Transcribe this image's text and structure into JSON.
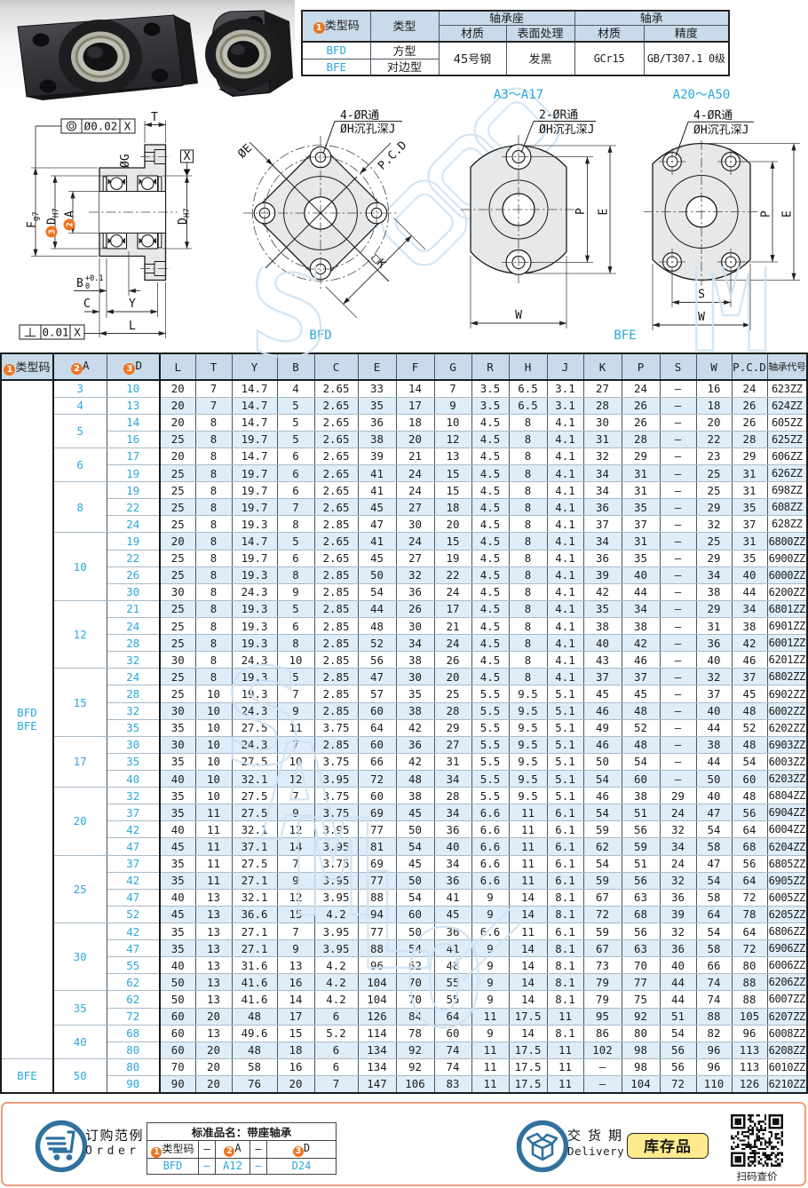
{
  "info_table": {
    "col_code": "类型码",
    "col_type": "类型",
    "group_housing": "轴承座",
    "group_bearing": "轴承",
    "sub_material1": "材质",
    "sub_surface": "表面处理",
    "sub_material2": "材质",
    "sub_precision": "精度",
    "rows": [
      {
        "code": "BFD",
        "type": "方型"
      },
      {
        "code": "BFE",
        "type": "对边型"
      }
    ],
    "housing_material": "45号钢",
    "surface_treatment": "发黑",
    "bearing_material": "GCr15",
    "precision": "GB/T307.1 0级"
  },
  "drawings": {
    "section": {
      "tol_circ_value": "Ø0.02",
      "tol_circ_datum": "X",
      "tol_perp_value": "0.01",
      "tol_perp_datum": "X",
      "dim_t": "T",
      "datum_x": "X",
      "dim_og": "ØG",
      "dim_f": "F",
      "dim_f_sub": "g7",
      "dim_d3": "D",
      "dim_d3_sub": "H7",
      "dim_a2": "A",
      "dim_dh7": "D",
      "dim_dh7_sub": "H7",
      "dim_b": "B",
      "dim_b_tol_hi": "+0.1",
      "dim_b_tol_lo": "0",
      "dim_c": "C",
      "dim_y": "Y",
      "dim_l": "L"
    },
    "bfd": {
      "caption": "BFD",
      "holes_label": "4-ØR通",
      "cbore_label": "ØH沉孔深J",
      "dim_e": "ØE",
      "dim_pcd": "P.C.D",
      "dim_k": "□K"
    },
    "bfe1": {
      "range": "A3～A17",
      "holes_label": "2-ØR通",
      "cbore_label": "ØH沉孔深J",
      "dim_p": "P",
      "dim_e": "E",
      "dim_w": "W"
    },
    "bfe2": {
      "range": "A20～A50",
      "holes_label": "4-ØR通",
      "cbore_label": "ØH沉孔深J",
      "dim_p": "P",
      "dim_e": "E",
      "dim_s": "S",
      "dim_w": "W"
    },
    "bfe_caption": "BFE"
  },
  "main_table": {
    "headers": [
      "类型码",
      "A",
      "D",
      "L",
      "T",
      "Y",
      "B",
      "C",
      "E",
      "F",
      "G",
      "R",
      "H",
      "J",
      "K",
      "P",
      "S",
      "W",
      "P.C.D",
      "轴承代号"
    ],
    "circled": [
      "1",
      "2",
      "3"
    ],
    "type_groups": [
      {
        "lines": [
          "BFD",
          "BFE"
        ],
        "row_count": 40
      },
      {
        "lines": [
          "BFE"
        ],
        "row_count": 2
      }
    ],
    "groups": [
      {
        "a": "3",
        "rows": [
          [
            "10",
            "20",
            "7",
            "14.7",
            "4",
            "2.65",
            "33",
            "14",
            "7",
            "3.5",
            "6.5",
            "3.1",
            "27",
            "24",
            "–",
            "16",
            "24",
            "623ZZ"
          ]
        ]
      },
      {
        "a": "4",
        "rows": [
          [
            "13",
            "20",
            "7",
            "14.7",
            "5",
            "2.65",
            "35",
            "17",
            "9",
            "3.5",
            "6.5",
            "3.1",
            "28",
            "26",
            "–",
            "18",
            "26",
            "624ZZ"
          ]
        ]
      },
      {
        "a": "5",
        "rows": [
          [
            "14",
            "20",
            "8",
            "14.7",
            "5",
            "2.65",
            "36",
            "18",
            "10",
            "4.5",
            "8",
            "4.1",
            "30",
            "26",
            "–",
            "20",
            "26",
            "605ZZ"
          ],
          [
            "16",
            "25",
            "8",
            "19.7",
            "5",
            "2.65",
            "38",
            "20",
            "12",
            "4.5",
            "8",
            "4.1",
            "31",
            "28",
            "–",
            "22",
            "28",
            "625ZZ"
          ]
        ]
      },
      {
        "a": "6",
        "rows": [
          [
            "17",
            "20",
            "8",
            "14.7",
            "6",
            "2.65",
            "39",
            "21",
            "13",
            "4.5",
            "8",
            "4.1",
            "32",
            "29",
            "–",
            "23",
            "29",
            "606ZZ"
          ],
          [
            "19",
            "25",
            "8",
            "19.7",
            "6",
            "2.65",
            "41",
            "24",
            "15",
            "4.5",
            "8",
            "4.1",
            "34",
            "31",
            "–",
            "25",
            "31",
            "626ZZ"
          ]
        ]
      },
      {
        "a": "8",
        "rows": [
          [
            "19",
            "25",
            "8",
            "19.7",
            "6",
            "2.65",
            "41",
            "24",
            "15",
            "4.5",
            "8",
            "4.1",
            "34",
            "31",
            "–",
            "25",
            "31",
            "698ZZ"
          ],
          [
            "22",
            "25",
            "8",
            "19.7",
            "7",
            "2.65",
            "45",
            "27",
            "18",
            "4.5",
            "8",
            "4.1",
            "36",
            "35",
            "–",
            "29",
            "35",
            "608ZZ"
          ],
          [
            "24",
            "25",
            "8",
            "19.3",
            "8",
            "2.85",
            "47",
            "30",
            "20",
            "4.5",
            "8",
            "4.1",
            "37",
            "37",
            "–",
            "32",
            "37",
            "628ZZ"
          ]
        ]
      },
      {
        "a": "10",
        "rows": [
          [
            "19",
            "20",
            "8",
            "14.7",
            "5",
            "2.65",
            "41",
            "24",
            "15",
            "4.5",
            "8",
            "4.1",
            "34",
            "31",
            "–",
            "25",
            "31",
            "6800ZZ"
          ],
          [
            "22",
            "25",
            "8",
            "19.7",
            "6",
            "2.65",
            "45",
            "27",
            "19",
            "4.5",
            "8",
            "4.1",
            "36",
            "35",
            "–",
            "29",
            "35",
            "6900ZZ"
          ],
          [
            "26",
            "25",
            "8",
            "19.3",
            "8",
            "2.85",
            "50",
            "32",
            "22",
            "4.5",
            "8",
            "4.1",
            "39",
            "40",
            "–",
            "34",
            "40",
            "6000ZZ"
          ],
          [
            "30",
            "30",
            "8",
            "24.3",
            "9",
            "2.85",
            "54",
            "36",
            "24",
            "4.5",
            "8",
            "4.1",
            "42",
            "44",
            "–",
            "38",
            "44",
            "6200ZZ"
          ]
        ]
      },
      {
        "a": "12",
        "rows": [
          [
            "21",
            "25",
            "8",
            "19.3",
            "5",
            "2.85",
            "44",
            "26",
            "17",
            "4.5",
            "8",
            "4.1",
            "35",
            "34",
            "–",
            "29",
            "34",
            "6801ZZ"
          ],
          [
            "24",
            "25",
            "8",
            "19.3",
            "6",
            "2.85",
            "48",
            "30",
            "21",
            "4.5",
            "8",
            "4.1",
            "38",
            "38",
            "–",
            "31",
            "38",
            "6901ZZ"
          ],
          [
            "28",
            "25",
            "8",
            "19.3",
            "8",
            "2.85",
            "52",
            "34",
            "24",
            "4.5",
            "8",
            "4.1",
            "40",
            "42",
            "–",
            "36",
            "42",
            "6001ZZ"
          ],
          [
            "32",
            "30",
            "8",
            "24.3",
            "10",
            "2.85",
            "56",
            "38",
            "26",
            "4.5",
            "8",
            "4.1",
            "43",
            "46",
            "–",
            "40",
            "46",
            "6201ZZ"
          ]
        ]
      },
      {
        "a": "15",
        "rows": [
          [
            "24",
            "25",
            "8",
            "19.3",
            "5",
            "2.85",
            "47",
            "30",
            "20",
            "4.5",
            "8",
            "4.1",
            "37",
            "37",
            "–",
            "32",
            "37",
            "6802ZZ"
          ],
          [
            "28",
            "25",
            "10",
            "19.3",
            "7",
            "2.85",
            "57",
            "35",
            "25",
            "5.5",
            "9.5",
            "5.1",
            "45",
            "45",
            "–",
            "37",
            "45",
            "6902ZZ"
          ],
          [
            "32",
            "30",
            "10",
            "24.3",
            "9",
            "2.85",
            "60",
            "38",
            "28",
            "5.5",
            "9.5",
            "5.1",
            "46",
            "48",
            "–",
            "40",
            "48",
            "6002ZZ"
          ],
          [
            "35",
            "35",
            "10",
            "27.5",
            "11",
            "3.75",
            "64",
            "42",
            "29",
            "5.5",
            "9.5",
            "5.1",
            "49",
            "52",
            "–",
            "44",
            "52",
            "6202ZZ"
          ]
        ]
      },
      {
        "a": "17",
        "rows": [
          [
            "30",
            "30",
            "10",
            "24.3",
            "7",
            "2.85",
            "60",
            "36",
            "27",
            "5.5",
            "9.5",
            "5.1",
            "46",
            "48",
            "–",
            "38",
            "48",
            "6903ZZ"
          ],
          [
            "35",
            "35",
            "10",
            "27.5",
            "10",
            "3.75",
            "66",
            "42",
            "31",
            "5.5",
            "9.5",
            "5.1",
            "50",
            "54",
            "–",
            "44",
            "54",
            "6003ZZ"
          ],
          [
            "40",
            "40",
            "10",
            "32.1",
            "12",
            "3.95",
            "72",
            "48",
            "34",
            "5.5",
            "9.5",
            "5.1",
            "54",
            "60",
            "–",
            "50",
            "60",
            "6203ZZ"
          ]
        ]
      },
      {
        "a": "20",
        "rows": [
          [
            "32",
            "35",
            "10",
            "27.5",
            "7",
            "3.75",
            "60",
            "38",
            "28",
            "5.5",
            "9.5",
            "5.1",
            "46",
            "38",
            "29",
            "40",
            "48",
            "6804ZZ"
          ],
          [
            "37",
            "35",
            "11",
            "27.5",
            "9",
            "3.75",
            "69",
            "45",
            "34",
            "6.6",
            "11",
            "6.1",
            "54",
            "51",
            "24",
            "47",
            "56",
            "6904ZZ"
          ],
          [
            "42",
            "40",
            "11",
            "32.1",
            "12",
            "3.95",
            "77",
            "50",
            "36",
            "6.6",
            "11",
            "6.1",
            "59",
            "56",
            "32",
            "54",
            "64",
            "6004ZZ"
          ],
          [
            "47",
            "45",
            "11",
            "37.1",
            "14",
            "3.95",
            "81",
            "54",
            "40",
            "6.6",
            "11",
            "6.1",
            "62",
            "59",
            "34",
            "58",
            "68",
            "6204ZZ"
          ]
        ]
      },
      {
        "a": "25",
        "rows": [
          [
            "37",
            "35",
            "11",
            "27.5",
            "7",
            "3.75",
            "69",
            "45",
            "34",
            "6.6",
            "11",
            "6.1",
            "54",
            "51",
            "24",
            "47",
            "56",
            "6805ZZ"
          ],
          [
            "42",
            "35",
            "11",
            "27.1",
            "9",
            "3.95",
            "77",
            "50",
            "36",
            "6.6",
            "11",
            "6.1",
            "59",
            "56",
            "32",
            "54",
            "64",
            "6905ZZ"
          ],
          [
            "47",
            "40",
            "13",
            "32.1",
            "12",
            "3.95",
            "88",
            "54",
            "41",
            "9",
            "14",
            "8.1",
            "67",
            "63",
            "36",
            "58",
            "72",
            "6005ZZ"
          ],
          [
            "52",
            "45",
            "13",
            "36.6",
            "15",
            "4.2",
            "94",
            "60",
            "45",
            "9",
            "14",
            "8.1",
            "72",
            "68",
            "39",
            "64",
            "78",
            "6205ZZ"
          ]
        ]
      },
      {
        "a": "30",
        "rows": [
          [
            "42",
            "35",
            "13",
            "27.1",
            "7",
            "3.95",
            "77",
            "50",
            "36",
            "6.6",
            "11",
            "6.1",
            "59",
            "56",
            "32",
            "54",
            "64",
            "6806ZZ"
          ],
          [
            "47",
            "35",
            "13",
            "27.1",
            "9",
            "3.95",
            "88",
            "54",
            "41",
            "9",
            "14",
            "8.1",
            "67",
            "63",
            "36",
            "58",
            "72",
            "6906ZZ"
          ],
          [
            "55",
            "40",
            "13",
            "31.6",
            "13",
            "4.2",
            "96",
            "62",
            "48",
            "9",
            "14",
            "8.1",
            "73",
            "70",
            "40",
            "66",
            "80",
            "6006ZZ"
          ],
          [
            "62",
            "50",
            "13",
            "41.6",
            "16",
            "4.2",
            "104",
            "70",
            "55",
            "9",
            "14",
            "8.1",
            "79",
            "77",
            "44",
            "74",
            "88",
            "6206ZZ"
          ]
        ]
      },
      {
        "a": "35",
        "rows": [
          [
            "62",
            "50",
            "13",
            "41.6",
            "14",
            "4.2",
            "104",
            "70",
            "55",
            "9",
            "14",
            "8.1",
            "79",
            "75",
            "44",
            "74",
            "88",
            "6007ZZ"
          ],
          [
            "72",
            "60",
            "20",
            "48",
            "17",
            "6",
            "126",
            "84",
            "64",
            "11",
            "17.5",
            "11",
            "95",
            "92",
            "51",
            "88",
            "105",
            "6207ZZ"
          ]
        ]
      },
      {
        "a": "40",
        "rows": [
          [
            "68",
            "60",
            "13",
            "49.6",
            "15",
            "5.2",
            "114",
            "78",
            "60",
            "9",
            "14",
            "8.1",
            "86",
            "80",
            "54",
            "82",
            "96",
            "6008ZZ"
          ],
          [
            "80",
            "60",
            "20",
            "48",
            "18",
            "6",
            "134",
            "92",
            "74",
            "11",
            "17.5",
            "11",
            "102",
            "98",
            "56",
            "96",
            "113",
            "6208ZZ"
          ]
        ]
      },
      {
        "a": "50",
        "rows": [
          [
            "80",
            "70",
            "20",
            "58",
            "16",
            "6",
            "134",
            "92",
            "74",
            "11",
            "17.5",
            "11",
            "–",
            "98",
            "56",
            "96",
            "113",
            "6010ZZ"
          ],
          [
            "90",
            "90",
            "20",
            "76",
            "20",
            "7",
            "147",
            "106",
            "83",
            "11",
            "17.5",
            "11",
            "–",
            "104",
            "72",
            "110",
            "126",
            "6210ZZ"
          ]
        ]
      }
    ]
  },
  "footer": {
    "order_title": "订购范例",
    "order_en": "Order",
    "order_table": {
      "title": "标准品名：带座轴承",
      "header": [
        "类型码",
        "–",
        "A",
        "–",
        "D"
      ],
      "values": [
        "BFD",
        "–",
        "A12",
        "–",
        "D24"
      ]
    },
    "delivery_title": "交货期",
    "delivery_en": "Delivery",
    "stock_badge": "库存品",
    "qr_caption": "扫码查价"
  },
  "watermark": {
    "letters": [
      "S",
      "A",
      "M",
      "L",
      "O"
    ]
  }
}
